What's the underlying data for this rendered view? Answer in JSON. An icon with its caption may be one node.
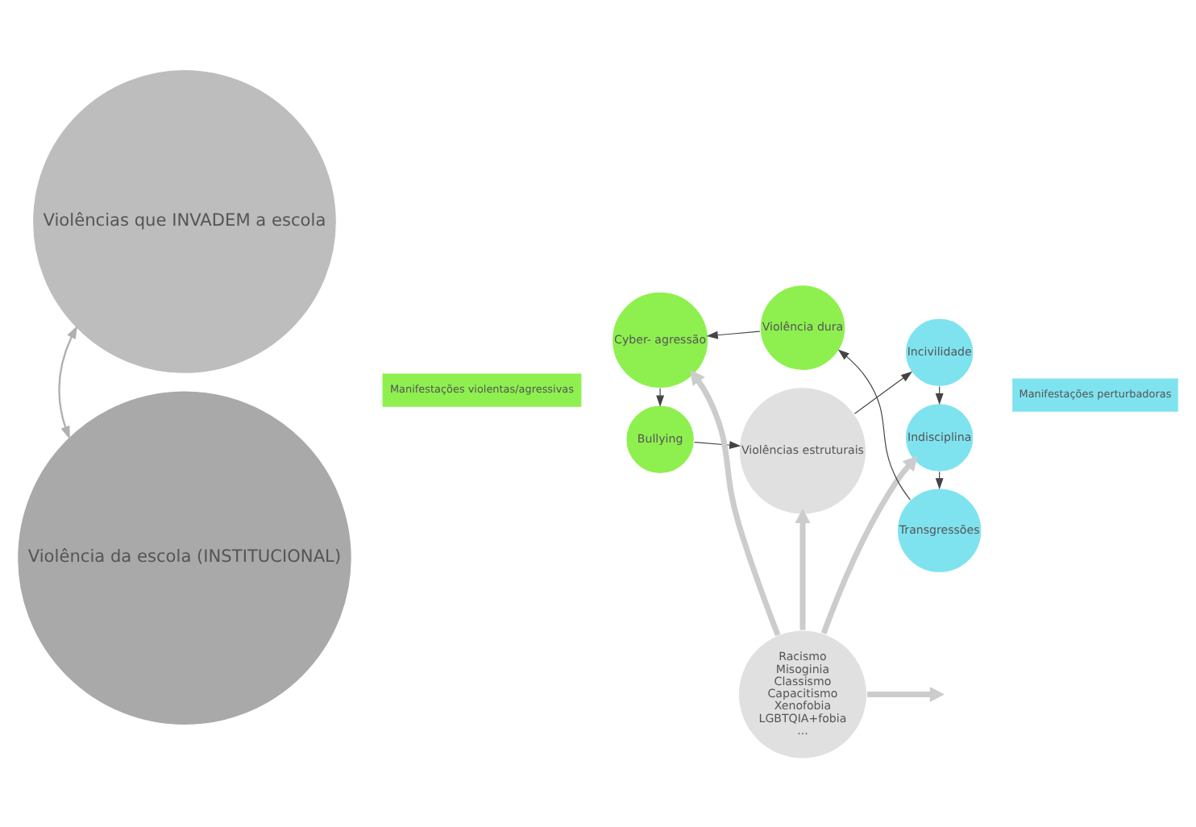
{
  "diagram": {
    "nodes": [
      {
        "text": [
          "Violências que INVADEM a escola"
        ]
      },
      {
        "text": [
          "Violência da escola (INSTITUCIONAL)"
        ]
      },
      {
        "text": [
          "Manifestações violentas/agressivas"
        ]
      },
      {
        "text": [
          "Violências estruturais"
        ]
      },
      {
        "text": [
          "Bullying"
        ]
      },
      {
        "text": [
          "Incivilidade"
        ]
      },
      {
        "text": [
          "Cyber- agressão"
        ]
      },
      {
        "text": [
          "Racismo",
          "Misoginia",
          "Classismo",
          "Capacitismo",
          "Xenofobia",
          "LGBTQIA+fobia",
          "..."
        ]
      },
      {
        "text": [
          "Indisciplina"
        ]
      },
      {
        "text": [
          "Manifestações perturbadoras"
        ]
      },
      {
        "text": [
          "Violência dura"
        ]
      },
      {
        "text": [
          "Transgressões"
        ]
      }
    ],
    "edges": [
      {
        "from": 3,
        "to": 5,
        "arrow": "to"
      },
      {
        "from": 5,
        "to": 8,
        "arrow": "to"
      },
      {
        "from": 8,
        "to": 11,
        "arrow": "to"
      },
      {
        "from": 11,
        "to": 10,
        "arrow": "to"
      },
      {
        "from": 10,
        "to": 6,
        "arrow": "to"
      },
      {
        "from": 6,
        "to": 4,
        "arrow": "to"
      },
      {
        "from": 4,
        "to": 3,
        "arrow": "to"
      },
      {
        "from": 7,
        "to": 3,
        "arrow": "to",
        "style": "thick",
        "color": "#cccccc"
      },
      {
        "from": 7,
        "to": 6,
        "arrow": "to",
        "style": "thick",
        "color": "#cccccc"
      },
      {
        "from": 7,
        "to": 8,
        "arrow": "to",
        "style": "thick",
        "color": "#cccccc"
      },
      {
        "from": 7,
        "to": null,
        "arrow": "to",
        "style": "thick",
        "color": "#cccccc"
      },
      {
        "from": 1,
        "to": 0,
        "arrow": "both",
        "color": "#b0b0b0"
      }
    ]
  }
}
